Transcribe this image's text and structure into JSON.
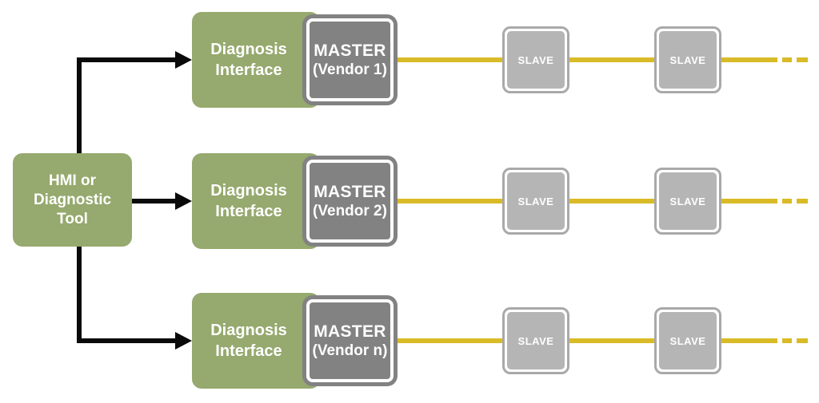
{
  "diagram": {
    "title_semantic": "fieldbus-diagnosis-topology",
    "colors": {
      "green": "#96a96e",
      "master_gray": "#828282",
      "slave_gray": "#b5b5b5",
      "slave_border_gray": "#a9a9a9",
      "bus_yellow": "#d9bb27",
      "connector_black": "#0a0a0a",
      "text_white": "#ffffff"
    },
    "hmi": {
      "line1": "HMI or",
      "line2": "Diagnostic",
      "line3": "Tool"
    },
    "rows": [
      {
        "interface_line1": "Diagnosis",
        "interface_line2": "Interface",
        "master_title": "MASTER",
        "master_subtitle": "(Vendor 1)",
        "slaves": [
          "SLAVE",
          "SLAVE"
        ]
      },
      {
        "interface_line1": "Diagnosis",
        "interface_line2": "Interface",
        "master_title": "MASTER",
        "master_subtitle": "(Vendor 2)",
        "slaves": [
          "SLAVE",
          "SLAVE"
        ]
      },
      {
        "interface_line1": "Diagnosis",
        "interface_line2": "Interface",
        "master_title": "MASTER",
        "master_subtitle": "(Vendor n)",
        "slaves": [
          "SLAVE",
          "SLAVE"
        ]
      }
    ]
  }
}
